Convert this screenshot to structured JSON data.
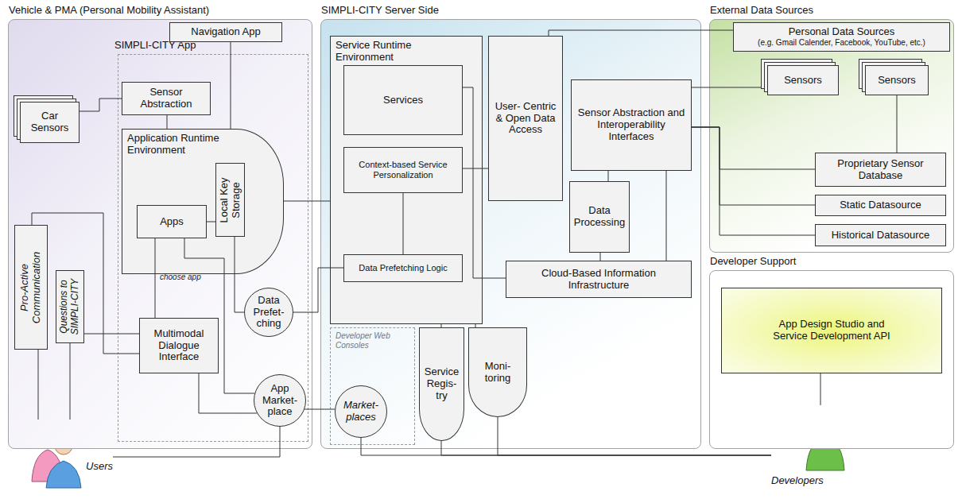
{
  "diagram": {
    "nodes": [
      {
        "text": [
          "Vehicle & PMA (Personal Mobility Assistant)"
        ]
      },
      {
        "text": [
          "SIMPLI-CITY App"
        ],
        "in": 0
      },
      {
        "text": [
          "Navigation App"
        ],
        "in": 0
      },
      {
        "text": [
          "Car Sensors"
        ],
        "in": 0
      },
      {
        "text": [
          "Sensor Abstraction"
        ],
        "in": 1
      },
      {
        "text": [
          "Application Runtime Environment"
        ],
        "in": 1
      },
      {
        "text": [
          "Apps"
        ],
        "in": 5
      },
      {
        "text": [
          "Local Key Storage"
        ],
        "in": 5
      },
      {
        "text": [
          "Multimodal Dialogue Interface"
        ],
        "in": 1
      },
      {
        "text": [
          "Pro-Active Communication"
        ],
        "in": 0
      },
      {
        "text": [
          "Questions to SIMPLI-CITY"
        ],
        "in": 0
      },
      {
        "text": [
          "Data Prefet- ching"
        ],
        "in": 1
      },
      {
        "text": [
          "App Market- place"
        ],
        "in": 1
      },
      {
        "text": [
          "Users"
        ]
      },
      {
        "text": [
          "SIMPLI-CITY Server Side"
        ]
      },
      {
        "text": [
          "Service Runtime Environment"
        ],
        "in": 14
      },
      {
        "text": [
          "Services"
        ],
        "in": 15
      },
      {
        "text": [
          "Context-based Service Personalization"
        ],
        "in": 15
      },
      {
        "text": [
          "Data Prefetching Logic"
        ],
        "in": 15
      },
      {
        "text": [
          "User- Centric & Open Data Access"
        ],
        "in": 14
      },
      {
        "text": [
          "Sensor Abstraction and Interoperability Interfaces"
        ],
        "in": 14
      },
      {
        "text": [
          "Data Processing"
        ],
        "in": 14
      },
      {
        "text": [
          "Cloud-Based Information Infrastructure"
        ],
        "in": 14
      },
      {
        "text": [
          "Developer Web Consoles"
        ],
        "in": 14
      },
      {
        "text": [
          "Market- places"
        ],
        "in": 23
      },
      {
        "text": [
          "Service Regis- try"
        ],
        "in": 14
      },
      {
        "text": [
          "Moni- toring"
        ],
        "in": 14
      },
      {
        "text": [
          "External Data Sources"
        ]
      },
      {
        "text": [
          "Personal Data Sources",
          "(e.g. Gmail Calender, Facebook, YouTube, etc.)"
        ],
        "in": 27
      },
      {
        "text": [
          "Sensors"
        ],
        "in": 27
      },
      {
        "text": [
          "Sensors"
        ],
        "in": 27
      },
      {
        "text": [
          "Proprietary Sensor Database"
        ],
        "in": 27
      },
      {
        "text": [
          "Static Datasource"
        ],
        "in": 27
      },
      {
        "text": [
          "Historical Datasource"
        ],
        "in": 27
      },
      {
        "text": [
          "Developer Support"
        ]
      },
      {
        "text": [
          "App Design Studio and Service Development API"
        ],
        "in": 34
      },
      {
        "text": [
          "Developers"
        ]
      }
    ],
    "edges": [
      {
        "from": 3,
        "to": 4,
        "arrow": "none"
      },
      {
        "from": 2,
        "to": 5,
        "arrow": "none"
      },
      {
        "from": 4,
        "to": 5,
        "arrow": "none"
      },
      {
        "from": 6,
        "to": 7,
        "arrow": "none"
      },
      {
        "from": 6,
        "to": 8,
        "label": "choose app",
        "arrow": "none"
      },
      {
        "from": 6,
        "to": 12,
        "arrow": "none"
      },
      {
        "from": 7,
        "to": 11,
        "arrow": "none"
      },
      {
        "from": 9,
        "to": 8,
        "arrow": "none"
      },
      {
        "from": 10,
        "to": 8,
        "arrow": "none"
      },
      {
        "from": 13,
        "to": 9,
        "arrow": "none"
      },
      {
        "from": 13,
        "to": 10,
        "arrow": "none"
      },
      {
        "from": 13,
        "to": 12,
        "arrow": "none"
      },
      {
        "from": 8,
        "to": 12,
        "arrow": "none"
      },
      {
        "from": 12,
        "to": 24,
        "arrow": "none"
      },
      {
        "from": 5,
        "to": 15,
        "arrow": "none"
      },
      {
        "from": 11,
        "to": 18,
        "arrow": "none"
      },
      {
        "from": 16,
        "to": 22,
        "arrow": "none"
      },
      {
        "from": 17,
        "to": 19,
        "arrow": "none"
      },
      {
        "from": 17,
        "to": 18,
        "arrow": "none"
      },
      {
        "from": 19,
        "to": 28,
        "arrow": "none"
      },
      {
        "from": 20,
        "to": 29,
        "arrow": "none"
      },
      {
        "from": 20,
        "to": 31,
        "arrow": "none"
      },
      {
        "from": 20,
        "to": 32,
        "arrow": "none"
      },
      {
        "from": 20,
        "to": 33,
        "arrow": "none"
      },
      {
        "from": 30,
        "to": 31,
        "arrow": "none"
      },
      {
        "from": 20,
        "to": 21,
        "arrow": "none"
      },
      {
        "from": 21,
        "to": 22,
        "arrow": "none"
      },
      {
        "from": 20,
        "to": 22,
        "arrow": "none"
      },
      {
        "from": 15,
        "to": 25,
        "arrow": "none"
      },
      {
        "from": 15,
        "to": 26,
        "arrow": "none"
      },
      {
        "from": 36,
        "to": 24,
        "arrow": "none"
      },
      {
        "from": 36,
        "to": 25,
        "arrow": "none"
      },
      {
        "from": 36,
        "to": 26,
        "arrow": "none"
      },
      {
        "from": 36,
        "to": 35,
        "arrow": "none"
      }
    ]
  }
}
